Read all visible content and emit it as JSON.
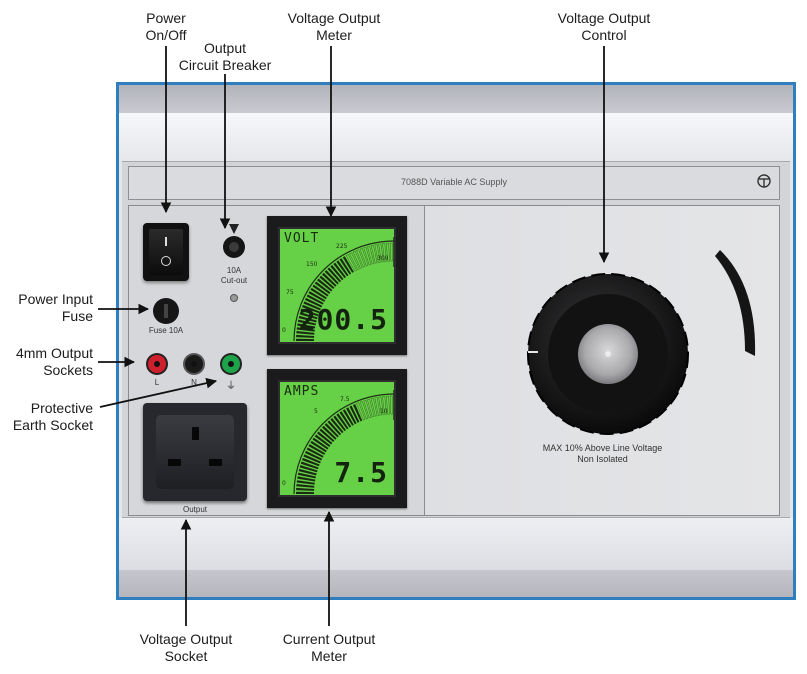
{
  "callouts": {
    "power_on_off": [
      "Power",
      "On/Off"
    ],
    "output_circuit_breaker": [
      "Output",
      "Circuit Breaker"
    ],
    "voltage_output_meter": [
      "Voltage Output",
      "Meter"
    ],
    "voltage_output_control": [
      "Voltage Output",
      "Control"
    ],
    "power_input_fuse": [
      "Power Input",
      "Fuse"
    ],
    "output_sockets_4mm": [
      "4mm Output",
      "Sockets"
    ],
    "protective_earth_socket": [
      "Protective",
      "Earth Socket"
    ],
    "voltage_output_socket": [
      "Voltage Output",
      "Socket"
    ],
    "current_output_meter": [
      "Current Output",
      "Meter"
    ]
  },
  "panel": {
    "model_label": "7088D Variable AC Supply",
    "logo_icon": "manufacturer-logo-icon",
    "breaker_rating": "10A",
    "breaker_caption": "Cut-out",
    "fuse_label": "Fuse 10A",
    "socket_l_label": "L",
    "socket_n_label": "N",
    "socket_earth_label": "⏚",
    "output_label": "Output",
    "knob_warning_line1": "MAX 10% Above Line Voltage",
    "knob_warning_line2": "Non Isolated",
    "colors": {
      "frame_border": "#2f7fc0",
      "socket_l": "#d0202e",
      "socket_n": "#1a1a1a",
      "socket_earth": "#1fa34a",
      "lcd_background": "#66d046"
    }
  },
  "voltage_meter": {
    "unit": "VOLT",
    "reading": "200.5",
    "scale_ticks": [
      "0",
      "75",
      "150",
      "225",
      "300"
    ],
    "needle_fraction": 0.67
  },
  "current_meter": {
    "unit": "AMPS",
    "reading": "7.5",
    "scale_ticks": [
      "0",
      "5",
      "7.5",
      "10"
    ],
    "needle_fraction": 0.75
  }
}
